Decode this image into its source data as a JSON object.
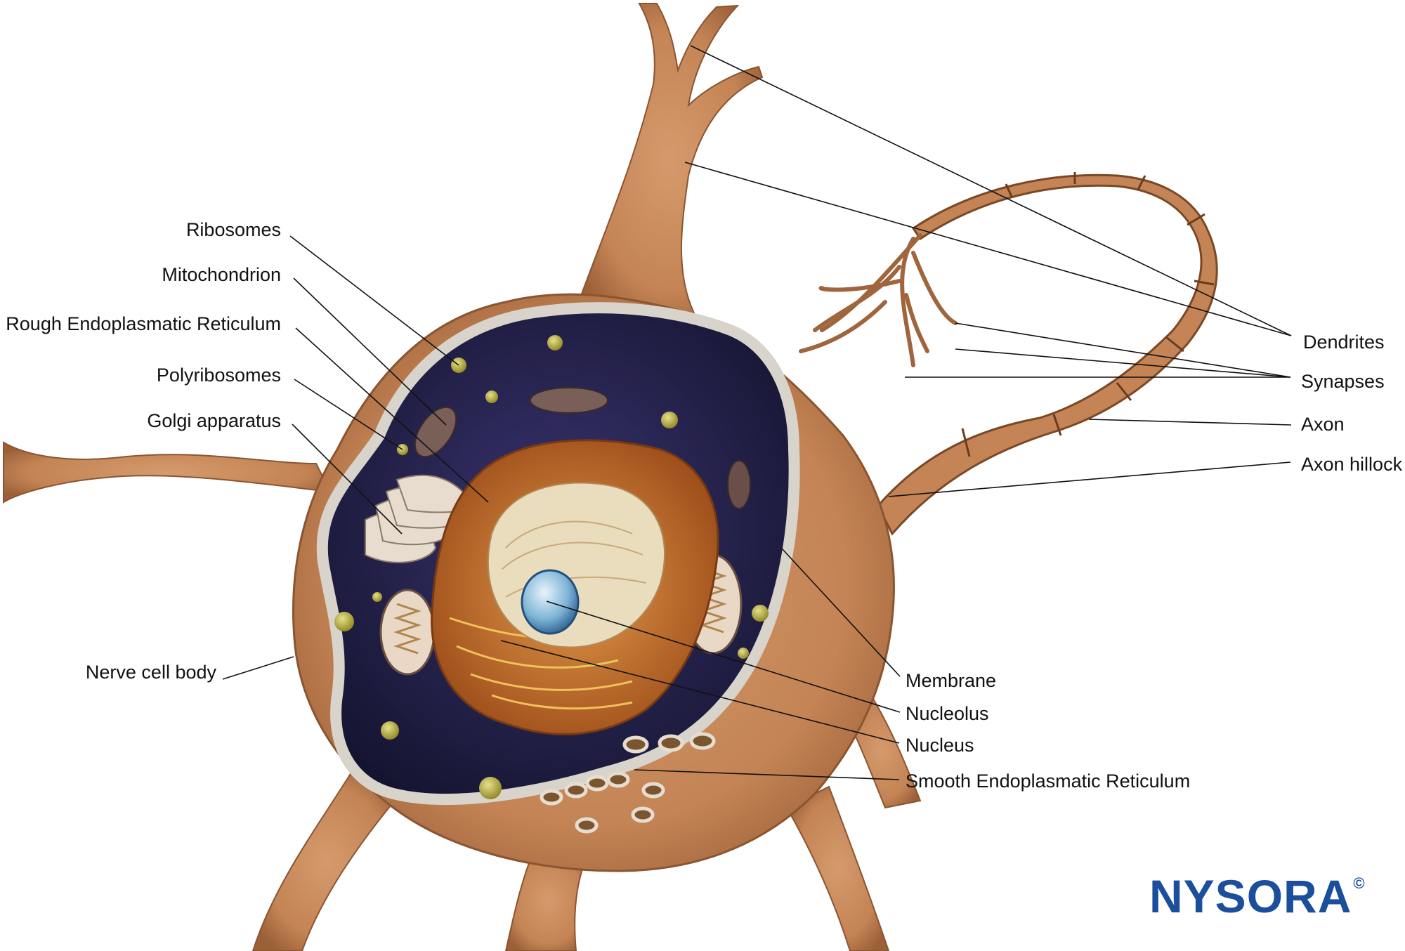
{
  "labels": {
    "ribosomes": "Ribosomes",
    "mitochondrion": "Mitochondrion",
    "rough_er": "Rough Endoplasmatic Reticulum",
    "polyribosomes": "Polyribosomes",
    "golgi": "Golgi apparatus",
    "nerve_cell_body": "Nerve cell body",
    "dendrites": "Dendrites",
    "synapses": "Synapses",
    "axon": "Axon",
    "axon_hillock": "Axon hillock",
    "membrane": "Membrane",
    "nucleolus": "Nucleolus",
    "nucleus": "Nucleus",
    "smooth_er": "Smooth Endoplasmatic Reticulum"
  },
  "logo": {
    "text": "NYSORA",
    "mark": "©"
  },
  "colors": {
    "cell_body": "#c98a5c",
    "cell_edge": "#a0653c",
    "cytoplasm": "#22204a",
    "nucleus": "#c4682a",
    "nucleolus": "#7fb5d8",
    "brand": "#1b4f9c"
  }
}
